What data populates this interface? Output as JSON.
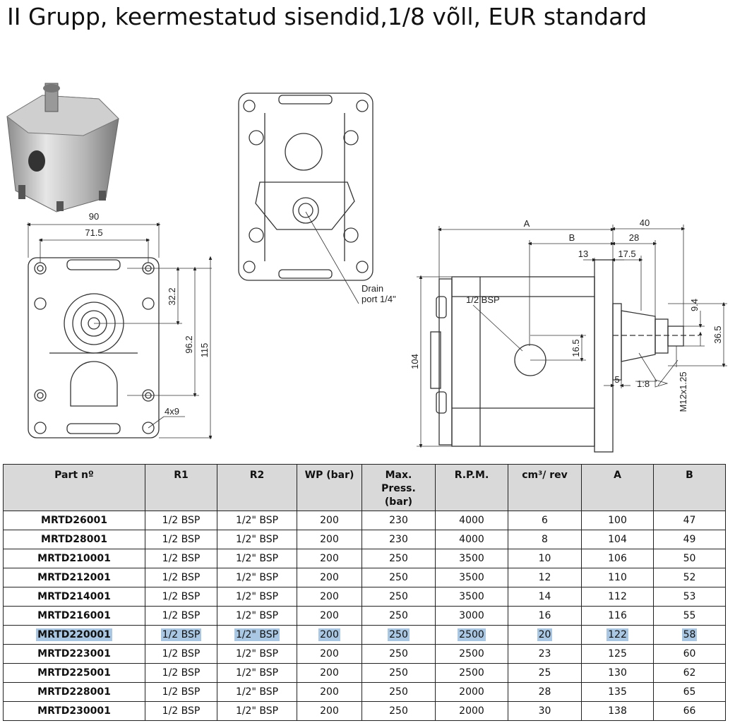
{
  "title": "II Grupp, keermestatud sisendid,1/8 võll, EUR standard",
  "drawing": {
    "dim_90": "90",
    "dim_71_5": "71.5",
    "dim_32_2": "32.2",
    "dim_96_2": "96.2",
    "dim_115": "115",
    "dim_4x9": "4x9",
    "drain_line1": "Drain",
    "drain_line2": "port 1/4\"",
    "dim_A": "A",
    "dim_B": "B",
    "dim_40": "40",
    "dim_28": "28",
    "dim_13": "13",
    "dim_17_5": "17.5",
    "label_half_bsp": "1/2 BSP",
    "dim_104": "104",
    "dim_16_5": "16.5",
    "dim_9_4": "9.4",
    "dim_36_5": "36.5",
    "dim_5": "5",
    "label_taper": "1:8",
    "label_thread": "M12x1.25"
  },
  "table": {
    "headers": [
      "Part nº",
      "R1",
      "R2",
      "WP (bar)",
      "Max. Press. (bar)",
      "R.P.M.",
      "cm³/ rev",
      "A",
      "B"
    ],
    "header_max_press": [
      "Max.",
      "Press.",
      "(bar)"
    ],
    "highlighted_row": 6,
    "highlight_color": "#a9c7e2",
    "rows": [
      [
        "MRTD26001",
        "1/2 BSP",
        "1/2\" BSP",
        "200",
        "230",
        "4000",
        "6",
        "100",
        "47"
      ],
      [
        "MRTD28001",
        "1/2 BSP",
        "1/2\" BSP",
        "200",
        "230",
        "4000",
        "8",
        "104",
        "49"
      ],
      [
        "MRTD210001",
        "1/2 BSP",
        "1/2\" BSP",
        "200",
        "250",
        "3500",
        "10",
        "106",
        "50"
      ],
      [
        "MRTD212001",
        "1/2 BSP",
        "1/2\" BSP",
        "200",
        "250",
        "3500",
        "12",
        "110",
        "52"
      ],
      [
        "MRTD214001",
        "1/2 BSP",
        "1/2\" BSP",
        "200",
        "250",
        "3500",
        "14",
        "112",
        "53"
      ],
      [
        "MRTD216001",
        "1/2 BSP",
        "1/2\" BSP",
        "200",
        "250",
        "3000",
        "16",
        "116",
        "55"
      ],
      [
        "MRTD220001",
        "1/2 BSP",
        "1/2\" BSP",
        "200",
        "250",
        "2500",
        "20",
        "122",
        "58"
      ],
      [
        "MRTD223001",
        "1/2 BSP",
        "1/2\" BSP",
        "200",
        "250",
        "2500",
        "23",
        "125",
        "60"
      ],
      [
        "MRTD225001",
        "1/2 BSP",
        "1/2\" BSP",
        "200",
        "250",
        "2500",
        "25",
        "130",
        "62"
      ],
      [
        "MRTD228001",
        "1/2 BSP",
        "1/2\" BSP",
        "200",
        "250",
        "2000",
        "28",
        "135",
        "65"
      ],
      [
        "MRTD230001",
        "1/2 BSP",
        "1/2\" BSP",
        "200",
        "250",
        "2000",
        "30",
        "138",
        "66"
      ]
    ]
  }
}
